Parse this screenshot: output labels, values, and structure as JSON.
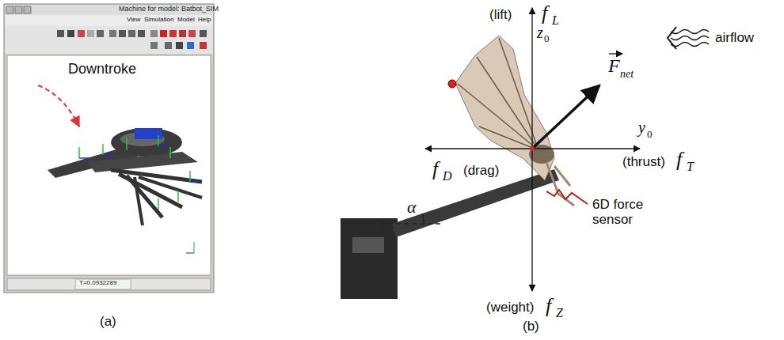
{
  "diagram": {
    "labels": [
      "Machine for model: Batbot_SIM",
      "View",
      "Simulation",
      "Model",
      "Help",
      "T=0.0932289",
      "Downtroke",
      "(a)",
      "(lift)",
      "f",
      "L",
      "z",
      "0",
      "F",
      "net",
      "airflow",
      "y",
      "0",
      "(thrust)",
      "f",
      "T",
      "f",
      "D",
      "(drag)",
      "6D force sensor",
      "α",
      "(weight)",
      "f",
      "Z",
      "(b)"
    ]
  }
}
